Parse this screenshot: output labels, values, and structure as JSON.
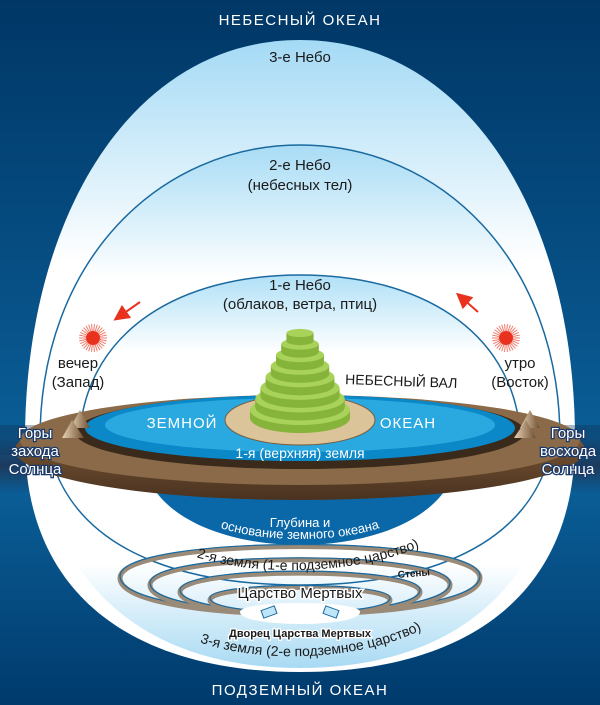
{
  "title_top": "НЕБЕСНЫЙ ОКЕАН",
  "title_bottom": "ПОДЗЕМНЫЙ ОКЕАН",
  "heavens": {
    "third": "3-е Небо",
    "second_line1": "2-е Небо",
    "second_line2": "(небесных тел)",
    "first_line1": "1-е Небо",
    "first_line2": "(облаков, ветра, птиц)"
  },
  "west": {
    "sun_line1": "вечер",
    "sun_line2": "(Запад)",
    "mountains_line1": "Горы",
    "mountains_line2": "захода",
    "mountains_line3": "Солнца"
  },
  "east": {
    "sun_line1": "утро",
    "sun_line2": "(Восток)",
    "mountains_line1": "Горы",
    "mountains_line2": "восхода",
    "mountains_line3": "Солнца"
  },
  "earth": {
    "rampart": "НЕБЕСНЫЙ ВАЛ",
    "ocean_left": "ЗЕМНОЙ",
    "ocean_right": "ОКЕАН",
    "first_earth": "1-я (верхняя) земля"
  },
  "underworld": {
    "depth_line1": "Глубина и",
    "depth_line2": "основание земного океана",
    "second_earth": "2-я земля (1-е подземное царство)",
    "walls": "Стены",
    "kingdom": "Царство Мертвых",
    "palace": "Дворец Царства Мертвых",
    "third_earth": "3-я земля (2-е подземное царство)"
  },
  "colors": {
    "ocean_dark": "#003a6c",
    "sky_light": "#a8dcf5",
    "earth_ocean": "#0a9ad8",
    "rampart_brown": "#7a5a3a",
    "mountain_green": "#9cc84a",
    "sun_red": "#e8321e"
  }
}
